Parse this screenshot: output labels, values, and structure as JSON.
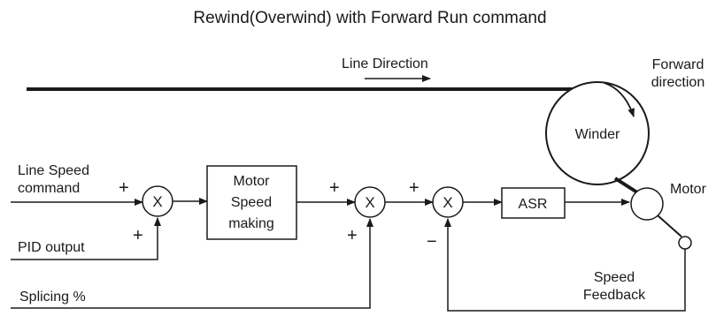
{
  "title": "Rewind(Overwind) with Forward Run command",
  "line_direction_label": "Line Direction",
  "forward_direction_label": {
    "line1": "Forward",
    "line2": "direction"
  },
  "winder_label": "Winder",
  "motor_label": "Motor",
  "inputs": {
    "line_speed": {
      "line1": "Line Speed",
      "line2": "command"
    },
    "pid_output": "PID output",
    "splicing": "Splicing %"
  },
  "blocks": {
    "motor_speed": {
      "line1": "Motor",
      "line2": "Speed",
      "line3": "making"
    },
    "asr": "ASR"
  },
  "multiplier_symbol": "X",
  "signs": {
    "plus": "+",
    "minus": "−"
  },
  "speed_feedback": {
    "line1": "Speed",
    "line2": "Feedback"
  },
  "colors": {
    "ink": "#1a1a1a",
    "background": "#ffffff"
  }
}
